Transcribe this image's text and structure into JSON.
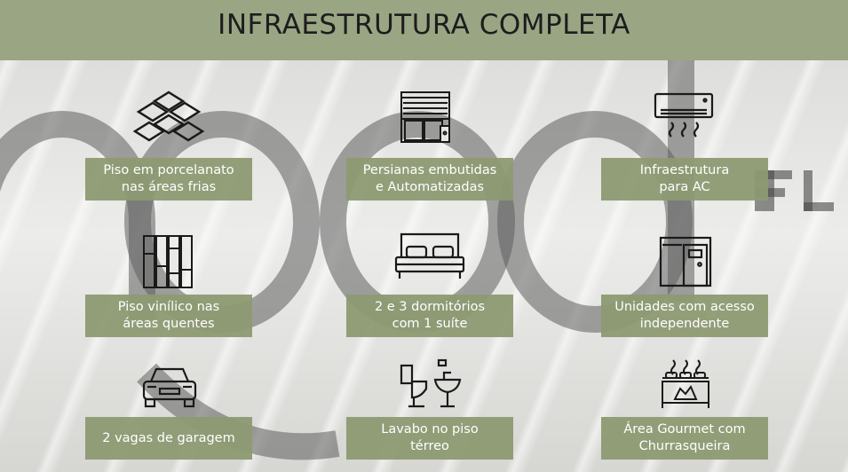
{
  "header": {
    "title": "INFRAESTRUTURA COMPLETA"
  },
  "items": [
    {
      "icon": "tiles-icon",
      "line1": "Piso em porcelanato",
      "line2": "nas áreas frias"
    },
    {
      "icon": "blinds-window-icon",
      "line1": "Persianas embutidas",
      "line2": "e Automatizadas"
    },
    {
      "icon": "air-conditioner-icon",
      "line1": "Infraestrutura",
      "line2": "para AC"
    },
    {
      "icon": "vinyl-floor-icon",
      "line1": "Piso vinílico nas",
      "line2": "áreas quentes"
    },
    {
      "icon": "double-bed-icon",
      "line1": "2 e 3 dormitórios",
      "line2": "com 1 suíte"
    },
    {
      "icon": "door-icon",
      "line1": "Unidades com acesso",
      "line2": "independente"
    },
    {
      "icon": "car-icon",
      "line1": "2 vagas de garagem",
      "line2": ""
    },
    {
      "icon": "toilet-sink-icon",
      "line1": "Lavabo no piso",
      "line2": "térreo"
    },
    {
      "icon": "barbecue-grill-icon",
      "line1": "Área Gourmet com",
      "line2": "Churrasqueira"
    }
  ],
  "colors": {
    "header": "#9aa584",
    "label": "#8d9a72",
    "text": "#ffffff"
  }
}
